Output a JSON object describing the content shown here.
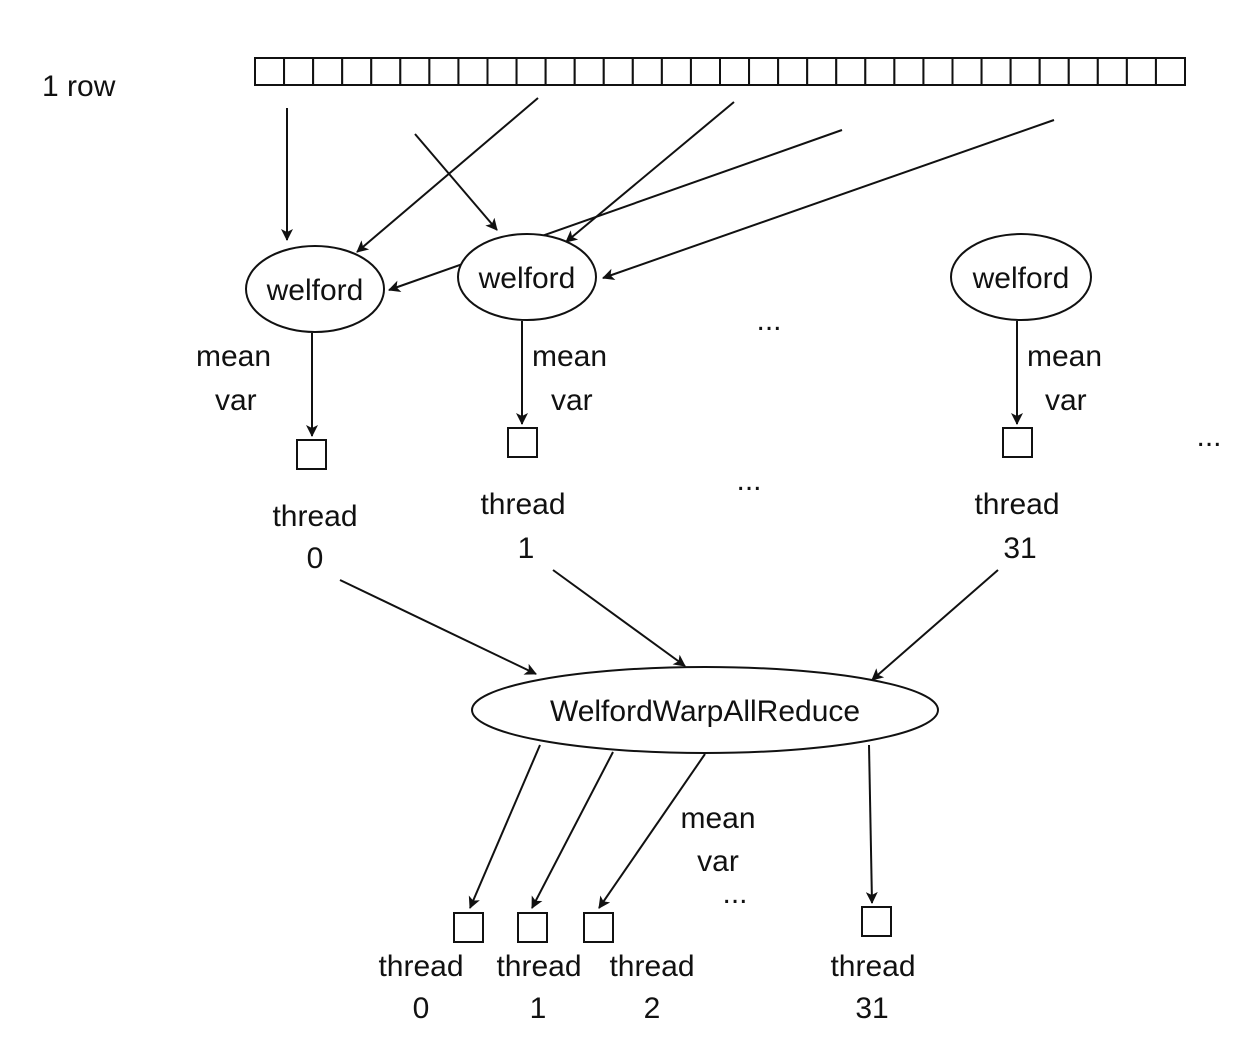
{
  "row": {
    "label": "1 row",
    "cell_count": 32
  },
  "nodes": {
    "welford": [
      "welford",
      "welford",
      "welford"
    ],
    "reduce": "WelfordWarpAllReduce"
  },
  "stats_labels": {
    "mean": "mean",
    "var": "var"
  },
  "threads_top": [
    {
      "word": "thread",
      "index": "0"
    },
    {
      "word": "thread",
      "index": "1"
    },
    {
      "word": "thread",
      "index": "31"
    }
  ],
  "threads_bottom": [
    {
      "word": "thread",
      "index": "0"
    },
    {
      "word": "thread",
      "index": "1"
    },
    {
      "word": "thread",
      "index": "2"
    },
    {
      "word": "thread",
      "index": "31"
    }
  ],
  "ellipsis": "..."
}
